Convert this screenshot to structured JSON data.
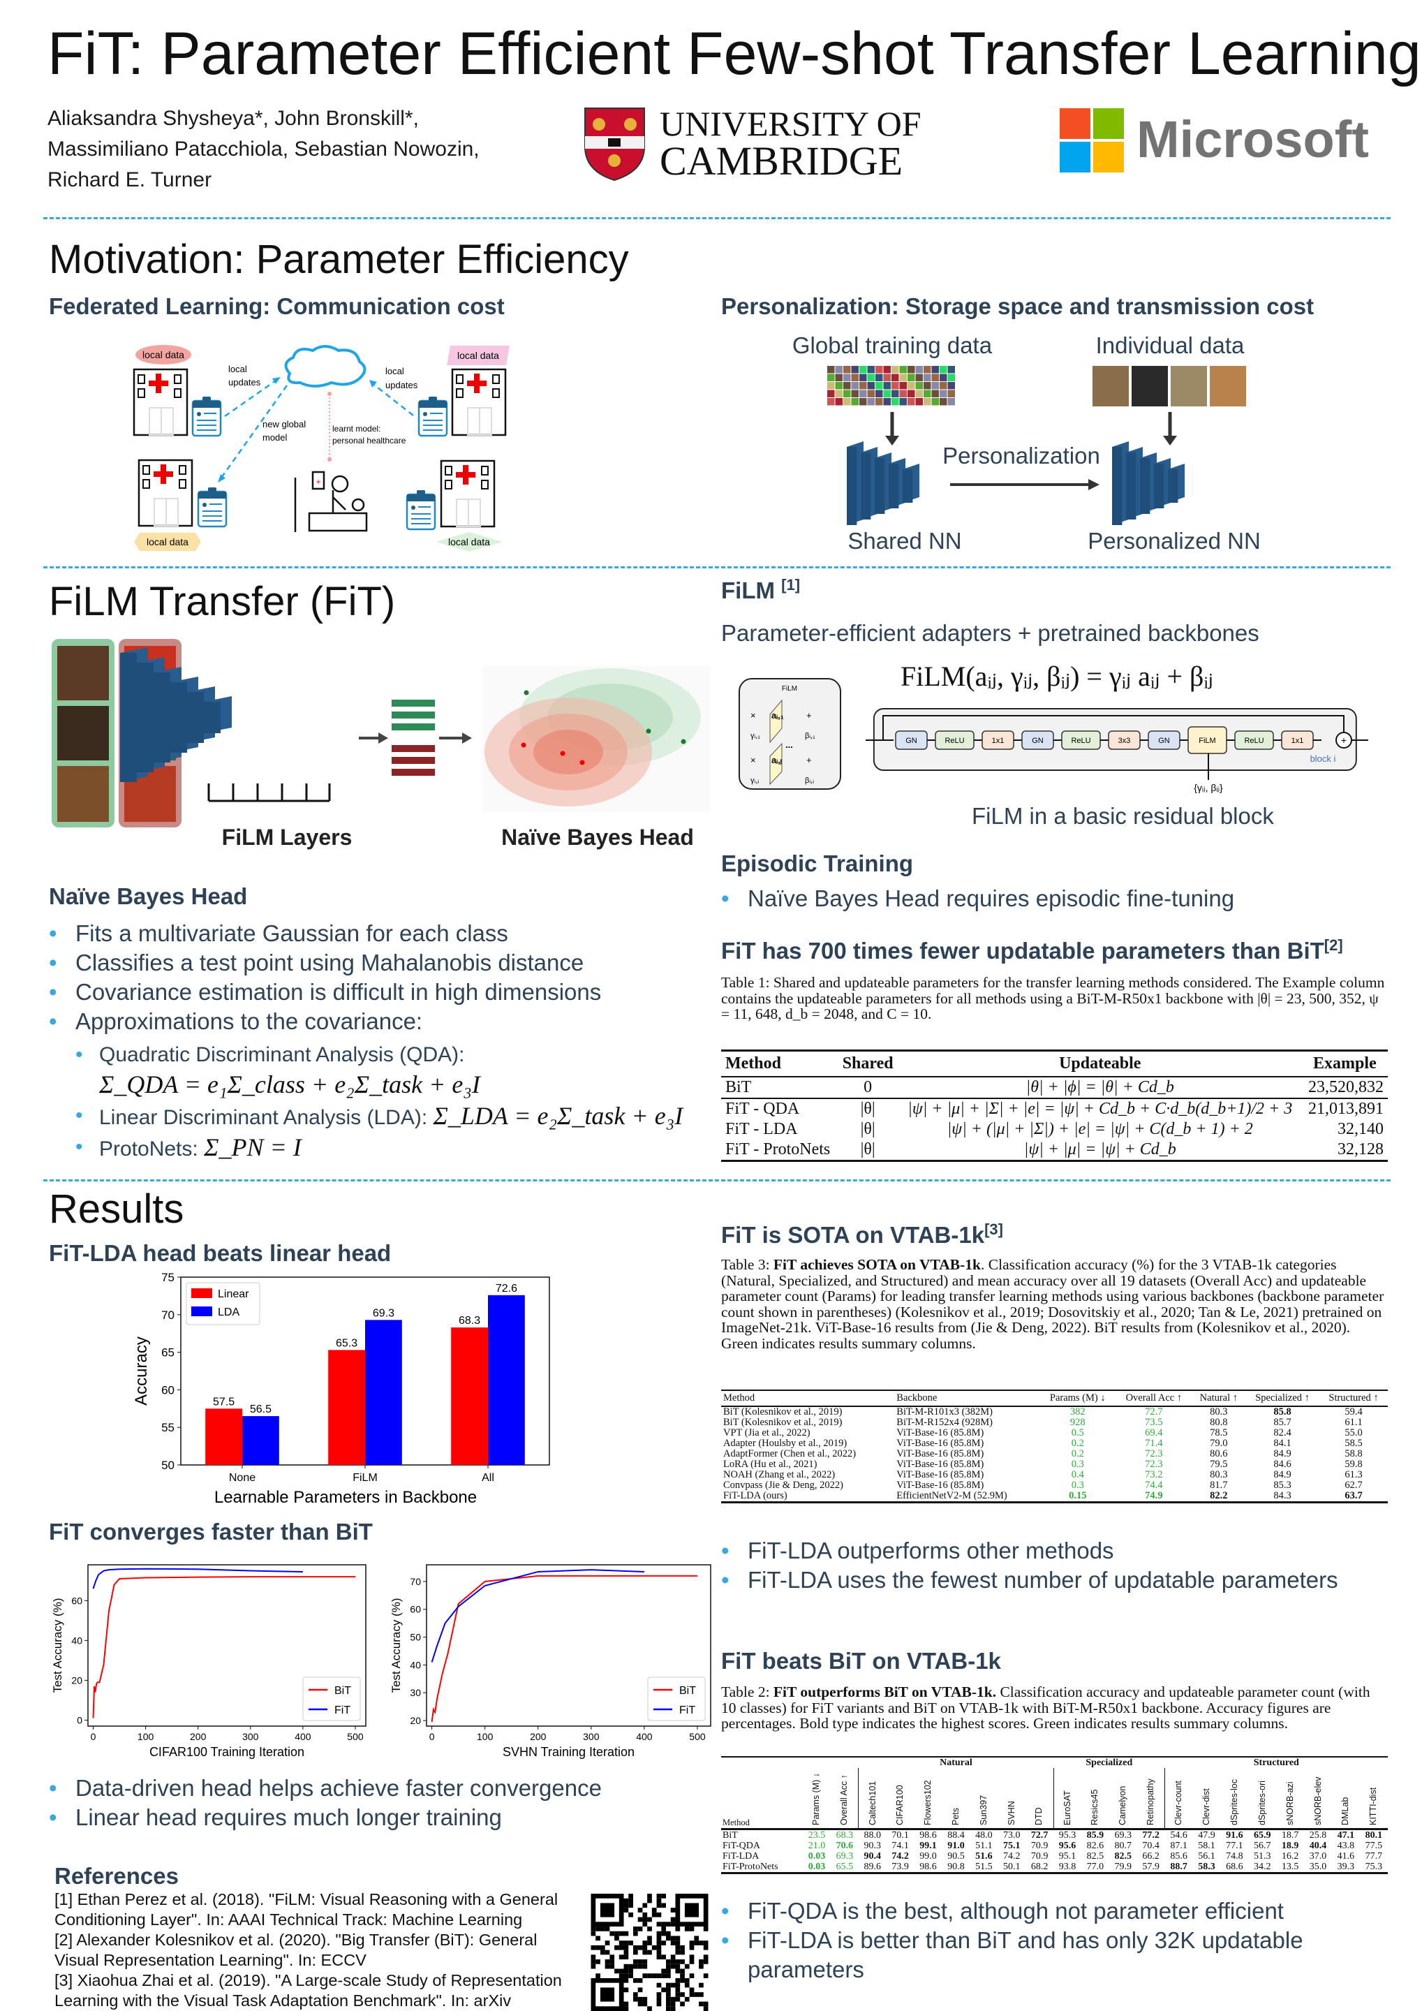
{
  "header": {
    "title": "FiT: Parameter Efficient Few-shot Transfer Learning",
    "authors": [
      "Aliaksandra Shysheya*, John Bronskill*,",
      "Massimiliano Patacchiola, Sebastian Nowozin,",
      "Richard E. Turner"
    ],
    "cambridge": [
      "UNIVERSITY OF",
      "CAMBRIDGE"
    ],
    "microsoft": "Microsoft"
  },
  "motivation": {
    "title": "Motivation: Parameter Efficiency",
    "federated": {
      "heading": "Federated Learning: Communication cost",
      "local_data": "local data",
      "local": "local",
      "updates": "updates",
      "new_global": "new global",
      "model": "model",
      "learnt_model": "learnt model:",
      "personal_healthcare": "personal healthcare"
    },
    "personalization": {
      "heading": "Personalization: Storage space and transmission cost",
      "global": "Global training data",
      "individual": "Individual data",
      "personalization": "Personalization",
      "shared": "Shared NN",
      "personalized": "Personalized NN"
    }
  },
  "fit": {
    "title": "FiLM Transfer (FiT)",
    "film_layers": "FiLM Layers",
    "nb_head": "Naïve Bayes Head"
  },
  "naive_bayes": {
    "heading": "Naïve Bayes Head",
    "bullets": [
      "Fits a multivariate Gaussian for each class",
      "Classifies a test point using Mahalanobis distance",
      "Covariance estimation is difficult in high dimensions",
      "Approximations to the covariance:"
    ],
    "sub": [
      {
        "label": "Quadratic Discriminant Analysis (QDA):",
        "formula": "Σ_QDA = e₁Σ_class + e₂Σ_task + e₃I"
      },
      {
        "label": "Linear Discriminant Analysis (LDA):",
        "formula": "Σ_LDA = e₂Σ_task + e₃I"
      },
      {
        "label": "ProtoNets:",
        "formula": "Σ_PN = I"
      }
    ]
  },
  "film": {
    "heading": "FiLM",
    "ref": "[1]",
    "subtitle": "Parameter-efficient adapters + pretrained backbones",
    "equation": "FiLM(aᵢⱼ, γᵢⱼ, βᵢⱼ) = γᵢⱼ aᵢⱼ + βᵢⱼ",
    "box_title": "FiLM",
    "a1": "aᵢ,₁",
    "aj": "aᵢ,ⱼ",
    "g1": "γᵢ,₁",
    "gj": "γᵢ,ⱼ",
    "b1": "βᵢ,₁",
    "bj": "βᵢ,ⱼ",
    "dots": "...",
    "blocks": [
      "GN",
      "ReLU",
      "1x1",
      "GN",
      "ReLU",
      "3x3",
      "GN",
      "FiLM",
      "ReLU",
      "1x1"
    ],
    "block_label": "block i",
    "params_label": "{γᵢⱼ, βᵢⱼ}",
    "caption": "FiLM in a basic residual block"
  },
  "episodic": {
    "heading": "Episodic Training",
    "bullets": [
      "Naïve Bayes Head requires episodic fine-tuning"
    ]
  },
  "params": {
    "heading": "FiT has 700 times fewer updatable parameters than BiT",
    "ref": "[2]",
    "caption": "Table 1: Shared and updateable parameters for the transfer learning methods considered. The Example column contains the updateable parameters for all methods using a BiT-M-R50x1 backbone with |θ| = 23, 500, 352, ψ = 11, 648, d_b = 2048, and C = 10.",
    "headers": [
      "Method",
      "Shared",
      "Updateable",
      "Example"
    ],
    "rows": [
      [
        "BiT",
        "0",
        "|θ| + |ϕ| = |θ| + Cd_b",
        "23,520,832"
      ],
      [
        "FiT - QDA",
        "|θ|",
        "|ψ| + |μ| + |Σ| + |e| = |ψ| + Cd_b + C·d_b(d_b+1)/2 + 3",
        "21,013,891"
      ],
      [
        "FiT - LDA",
        "|θ|",
        "|ψ| + (|μ| + |Σ|) + |e| = |ψ| + C(d_b + 1) + 2",
        "32,140"
      ],
      [
        "FiT - ProtoNets",
        "|θ|",
        "|ψ| + |μ| = |ψ| + Cd_b",
        "32,128"
      ]
    ]
  },
  "results": {
    "title": "Results",
    "lda_heading": "FiT-LDA head beats linear head",
    "conv_heading": "FiT converges faster than BiT",
    "conv_bullets": [
      "Data-driven head helps achieve faster convergence",
      "Linear head requires much longer training"
    ]
  },
  "sota": {
    "heading": "FiT is SOTA on VTAB-1k",
    "ref": "[3]",
    "cap_label": "Table 3: ",
    "cap_bold": "FiT achieves SOTA on VTAB-1k",
    "cap_text": ". Classification accuracy (%) for the 3 VTAB-1k categories (Natural, Specialized, and Structured) and mean accuracy over all 19 datasets (Overall Acc) and updateable parameter count (Params) for leading transfer learning methods using various backbones (backbone parameter count shown in parentheses) (Kolesnikov et al., 2019; Dosovitskiy et al., 2020; Tan & Le, 2021) pretrained on ImageNet-21k. ViT-Base-16 results from (Jie & Deng, 2022). BiT results from (Kolesnikov et al., 2020). Green indicates results summary columns.",
    "headers": [
      "Method",
      "Backbone",
      "Params (M) ↓",
      "Overall Acc ↑",
      "Natural ↑",
      "Specialized ↑",
      "Structured ↑"
    ],
    "green_cols": [
      2,
      3
    ],
    "rows": [
      {
        "cells": [
          "BiT (Kolesnikov et al., 2019)",
          "BiT-M-R101x3 (382M)",
          "382",
          "72.7",
          "80.3",
          "85.8",
          "59.4"
        ],
        "bold": [
          5
        ]
      },
      {
        "cells": [
          "BiT (Kolesnikov et al., 2019)",
          "BiT-M-R152x4 (928M)",
          "928",
          "73.5",
          "80.8",
          "85.7",
          "61.1"
        ],
        "bold": []
      },
      {
        "cells": [
          "VPT (Jia et al., 2022)",
          "ViT-Base-16 (85.8M)",
          "0.5",
          "69.4",
          "78.5",
          "82.4",
          "55.0"
        ],
        "bold": []
      },
      {
        "cells": [
          "Adapter (Houlsby et al., 2019)",
          "ViT-Base-16 (85.8M)",
          "0.2",
          "71.4",
          "79.0",
          "84.1",
          "58.5"
        ],
        "bold": []
      },
      {
        "cells": [
          "AdaptFormer (Chen et al., 2022)",
          "ViT-Base-16 (85.8M)",
          "0.2",
          "72.3",
          "80.6",
          "84.9",
          "58.8"
        ],
        "bold": []
      },
      {
        "cells": [
          "LoRA (Hu et al., 2021)",
          "ViT-Base-16 (85.8M)",
          "0.3",
          "72.3",
          "79.5",
          "84.6",
          "59.8"
        ],
        "bold": []
      },
      {
        "cells": [
          "NOAH (Zhang et al., 2022)",
          "ViT-Base-16 (85.8M)",
          "0.4",
          "73.2",
          "80.3",
          "84.9",
          "61.3"
        ],
        "bold": []
      },
      {
        "cells": [
          "Convpass (Jie & Deng, 2022)",
          "ViT-Base-16 (85.8M)",
          "0.3",
          "74.4",
          "81.7",
          "85.3",
          "62.7"
        ],
        "bold": []
      },
      {
        "cells": [
          "FiT-LDA (ours)",
          "EfficientNetV2-M (52.9M)",
          "0.15",
          "74.9",
          "82.2",
          "84.3",
          "63.7"
        ],
        "bold": [
          2,
          3,
          4,
          6
        ]
      }
    ],
    "bullets": [
      "FiT-LDA outperforms other methods",
      "FiT-LDA uses the fewest number of updatable parameters"
    ]
  },
  "beats": {
    "heading": "FiT beats BiT on VTAB-1k",
    "cap_label": "Table 2: ",
    "cap_bold": "FiT outperforms BiT on VTAB-1k.",
    "cap_text": " Classification accuracy and updateable parameter count (with 10 classes) for FiT variants and BiT on VTAB-1k with BiT-M-R50x1 backbone. Accuracy figures are percentages. Bold type indicates the highest scores. Green indicates results summary columns.",
    "groups": [
      "Natural",
      "Specialized",
      "Structured"
    ],
    "headers": [
      "Method",
      "Params (M) ↓",
      "Overall Acc ↑",
      "Caltech101",
      "CIFAR100",
      "Flowers102",
      "Pets",
      "Sun397",
      "SVHN",
      "DTD",
      "EuroSAT",
      "Resics45",
      "Camelyon",
      "Retinopathy",
      "Clevr-count",
      "Clevr-dist",
      "dSprites-loc",
      "dSprites-ori",
      "sNORB-azi",
      "sNORB-elev",
      "DMLab",
      "KITTI-dist"
    ],
    "green_cols": [
      1,
      2
    ],
    "rows": [
      {
        "cells": [
          "BiT",
          "23.5",
          "68.3",
          "88.0",
          "70.1",
          "98.6",
          "88.4",
          "48.0",
          "73.0",
          "72.7",
          "95.3",
          "85.9",
          "69.3",
          "77.2",
          "54.6",
          "47.9",
          "91.6",
          "65.9",
          "18.7",
          "25.8",
          "47.1",
          "80.1"
        ],
        "bold": [
          9,
          11,
          13,
          16,
          17,
          20,
          21
        ]
      },
      {
        "cells": [
          "FiT-QDA",
          "21.0",
          "70.6",
          "90.3",
          "74.1",
          "99.1",
          "91.0",
          "51.1",
          "75.1",
          "70.9",
          "95.6",
          "82.6",
          "80.7",
          "70.4",
          "87.1",
          "58.1",
          "77.1",
          "56.7",
          "18.9",
          "40.4",
          "43.8",
          "77.5"
        ],
        "bold": [
          2,
          5,
          6,
          8,
          10,
          18,
          19
        ]
      },
      {
        "cells": [
          "FiT-LDA",
          "0.03",
          "69.3",
          "90.4",
          "74.2",
          "99.0",
          "90.5",
          "51.6",
          "74.2",
          "70.9",
          "95.1",
          "82.5",
          "82.5",
          "66.2",
          "85.6",
          "56.1",
          "74.8",
          "51.3",
          "16.2",
          "37.0",
          "41.6",
          "77.7"
        ],
        "bold": [
          1,
          3,
          4,
          7,
          12
        ]
      },
      {
        "cells": [
          "FiT-ProtoNets",
          "0.03",
          "65.5",
          "89.6",
          "73.9",
          "98.6",
          "90.8",
          "51.5",
          "50.1",
          "68.2",
          "93.8",
          "77.0",
          "79.9",
          "57.9",
          "88.7",
          "58.3",
          "68.6",
          "34.2",
          "13.5",
          "35.0",
          "39.3",
          "75.3"
        ],
        "bold": [
          1,
          14,
          15
        ]
      }
    ],
    "bullets": [
      "FiT-QDA is the best, although not parameter efficient",
      "FiT-LDA is better than BiT and has only 32K updatable",
      "parameters"
    ]
  },
  "references": {
    "heading": "References",
    "lines": [
      "[1] Ethan Perez et al. (2018). \"FiLM: Visual Reasoning with a General",
      "Conditioning Layer\". In: AAAI Technical Track: Machine Learning",
      "[2] Alexander Kolesnikov et al. (2020). \"Big Transfer (BiT): General",
      "Visual Representation Learning\". In: ECCV",
      "[3] Xiaohua Zhai et al. (2019). \"A Large-scale Study of Representation",
      "Learning with the Visual Task Adaptation Benchmark\". In: arXiv"
    ]
  },
  "colors": {
    "accent": "#3aa7e0",
    "heading": "#2d4256",
    "red": "#ff0000",
    "blue": "#0000ff",
    "green": "#2eaa3a"
  },
  "chart_data": [
    {
      "type": "bar",
      "title": "",
      "xlabel": "Learnable Parameters in Backbone",
      "ylabel": "Accuracy",
      "ylim": [
        50,
        75
      ],
      "yticks": [
        50,
        55,
        60,
        65,
        70,
        75
      ],
      "categories": [
        "None",
        "FiLM",
        "All"
      ],
      "legend": "top-left",
      "series": [
        {
          "name": "Linear",
          "color": "#ff0000",
          "values": [
            57.5,
            65.3,
            68.3
          ]
        },
        {
          "name": "LDA",
          "color": "#0000ff",
          "values": [
            56.5,
            69.3,
            72.6
          ]
        }
      ]
    },
    {
      "type": "line",
      "xlabel": "CIFAR100 Training Iteration",
      "ylabel": "Test Accuracy (%)",
      "xlim": [
        -10,
        520
      ],
      "ylim": [
        -3,
        78
      ],
      "xticks": [
        0,
        100,
        200,
        300,
        400,
        500
      ],
      "yticks": [
        0,
        20,
        40,
        60
      ],
      "legend": "bottom-right",
      "series": [
        {
          "name": "BiT",
          "color": "#ff0000",
          "x": [
            0,
            2,
            4,
            6,
            8,
            12,
            20,
            30,
            40,
            50,
            100,
            200,
            300,
            500
          ],
          "y": [
            1,
            17,
            14,
            18,
            19,
            19,
            28,
            55,
            68,
            71,
            71.5,
            71.8,
            72,
            72
          ]
        },
        {
          "name": "FiT",
          "color": "#0000ff",
          "x": [
            0,
            5,
            10,
            20,
            30,
            50,
            100,
            200,
            300,
            400
          ],
          "y": [
            66,
            70,
            73,
            75,
            75.5,
            75.8,
            76,
            75.8,
            75,
            74.5
          ]
        }
      ]
    },
    {
      "type": "line",
      "xlabel": "SVHN Training Iteration",
      "ylabel": "Test Accuracy (%)",
      "xlim": [
        -10,
        525
      ],
      "ylim": [
        18,
        76
      ],
      "xticks": [
        0,
        100,
        200,
        300,
        400,
        500
      ],
      "yticks": [
        20,
        30,
        40,
        50,
        60,
        70
      ],
      "legend": "bottom-right",
      "series": [
        {
          "name": "BiT",
          "color": "#ff0000",
          "x": [
            0,
            3,
            6,
            10,
            20,
            30,
            50,
            100,
            200,
            300,
            400,
            500
          ],
          "y": [
            19.5,
            24,
            23,
            28,
            37,
            44,
            62,
            70,
            72,
            72,
            72,
            72
          ]
        },
        {
          "name": "FiT",
          "color": "#0000ff",
          "x": [
            0,
            10,
            25,
            50,
            100,
            150,
            200,
            300,
            400
          ],
          "y": [
            41,
            47,
            55,
            61,
            68.5,
            71,
            73.5,
            74.2,
            73.5
          ]
        }
      ]
    }
  ]
}
